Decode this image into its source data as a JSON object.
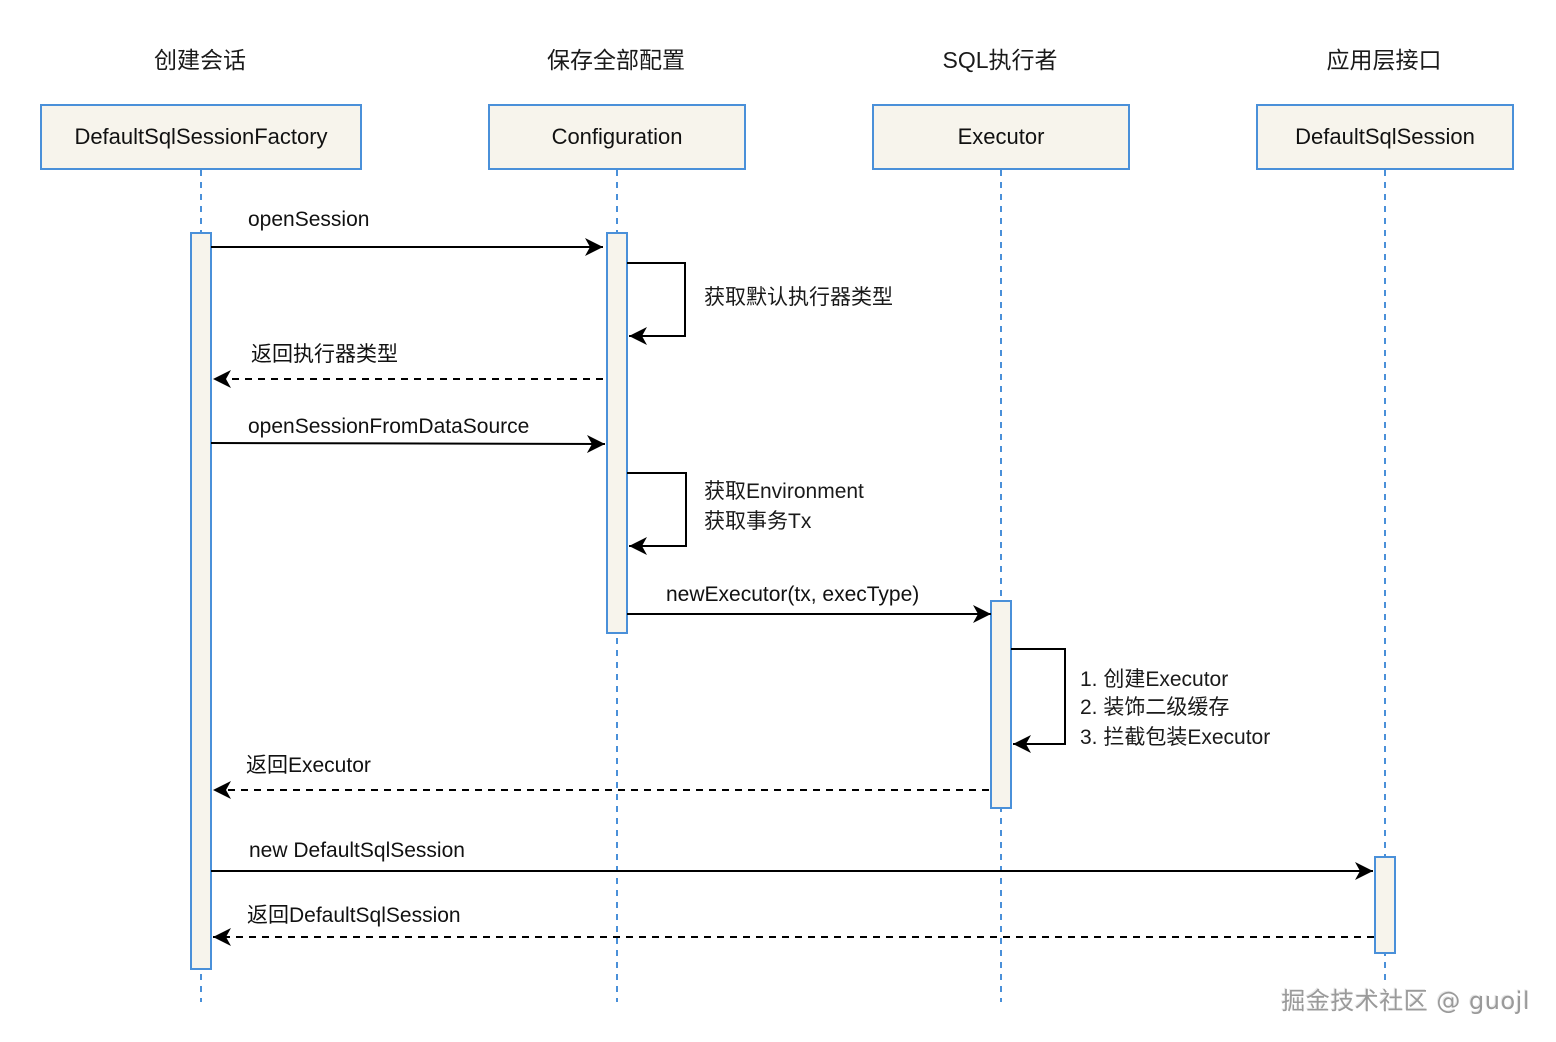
{
  "diagram": {
    "type": "sequence",
    "participants": [
      {
        "role": "创建会话",
        "name": "DefaultSqlSessionFactory"
      },
      {
        "role": "保存全部配置",
        "name": "Configuration"
      },
      {
        "role": "SQL执行者",
        "name": "Executor"
      },
      {
        "role": "应用层接口",
        "name": "DefaultSqlSession"
      }
    ],
    "messages": [
      {
        "label": "openSession",
        "from": 0,
        "to": 1,
        "kind": "call"
      },
      {
        "label": "获取默认执行器类型",
        "from": 1,
        "to": 1,
        "kind": "self"
      },
      {
        "label": "返回执行器类型",
        "from": 1,
        "to": 0,
        "kind": "return"
      },
      {
        "label": "openSessionFromDataSource",
        "from": 0,
        "to": 1,
        "kind": "call"
      },
      {
        "label_lines": [
          "获取Environment",
          "获取事务Tx"
        ],
        "from": 1,
        "to": 1,
        "kind": "self"
      },
      {
        "label": "newExecutor(tx, execType)",
        "from": 1,
        "to": 2,
        "kind": "call"
      },
      {
        "label_lines": [
          "1. 创建Executor",
          "2. 装饰二级缓存",
          "3. 拦截包装Executor"
        ],
        "from": 2,
        "to": 2,
        "kind": "self"
      },
      {
        "label": "返回Executor",
        "from": 2,
        "to": 0,
        "kind": "return"
      },
      {
        "label": "new DefaultSqlSession",
        "from": 0,
        "to": 3,
        "kind": "call"
      },
      {
        "label": "返回DefaultSqlSession",
        "from": 3,
        "to": 0,
        "kind": "return"
      }
    ],
    "colors": {
      "box_border": "#4a90d9",
      "box_fill": "#f7f4ec",
      "lifeline": "#4a90d9",
      "arrow": "#000000"
    }
  },
  "watermark": "掘金技术社区 @ guojl"
}
